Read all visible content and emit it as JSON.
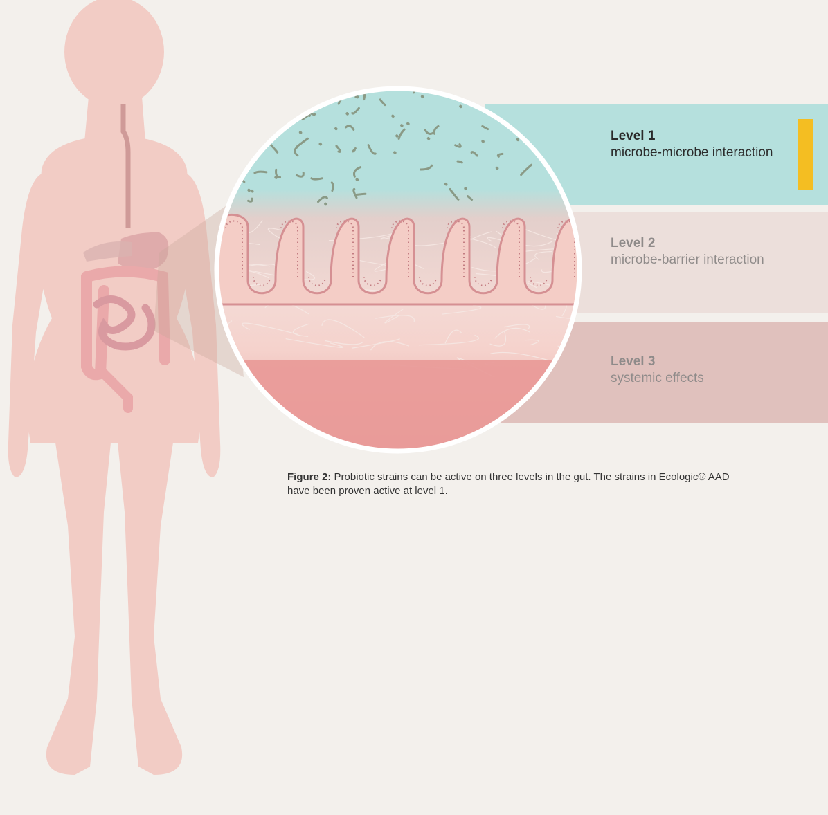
{
  "levels": [
    {
      "title": "Level 1",
      "description": "microbe-microbe interaction",
      "highlighted": true
    },
    {
      "title": "Level 2",
      "description": "microbe-barrier interaction",
      "highlighted": false
    },
    {
      "title": "Level 3",
      "description": "systemic effects",
      "highlighted": false
    }
  ],
  "caption": {
    "label": "Figure 2:",
    "text": "Probiotic strains can be active on three levels in the gut. The strains in Ecologic® AAD have been proven active at level 1."
  },
  "colors": {
    "background": "#f3f0ec",
    "body": "#f2ccc5",
    "level1_band": "#b5e0dd",
    "level2_band": "#ecdfdb",
    "level3_band": "#e0c1bd",
    "highlight_marker": "#f4be22",
    "microbes": "#8a9a86",
    "tissue": "#ee9f9d"
  }
}
